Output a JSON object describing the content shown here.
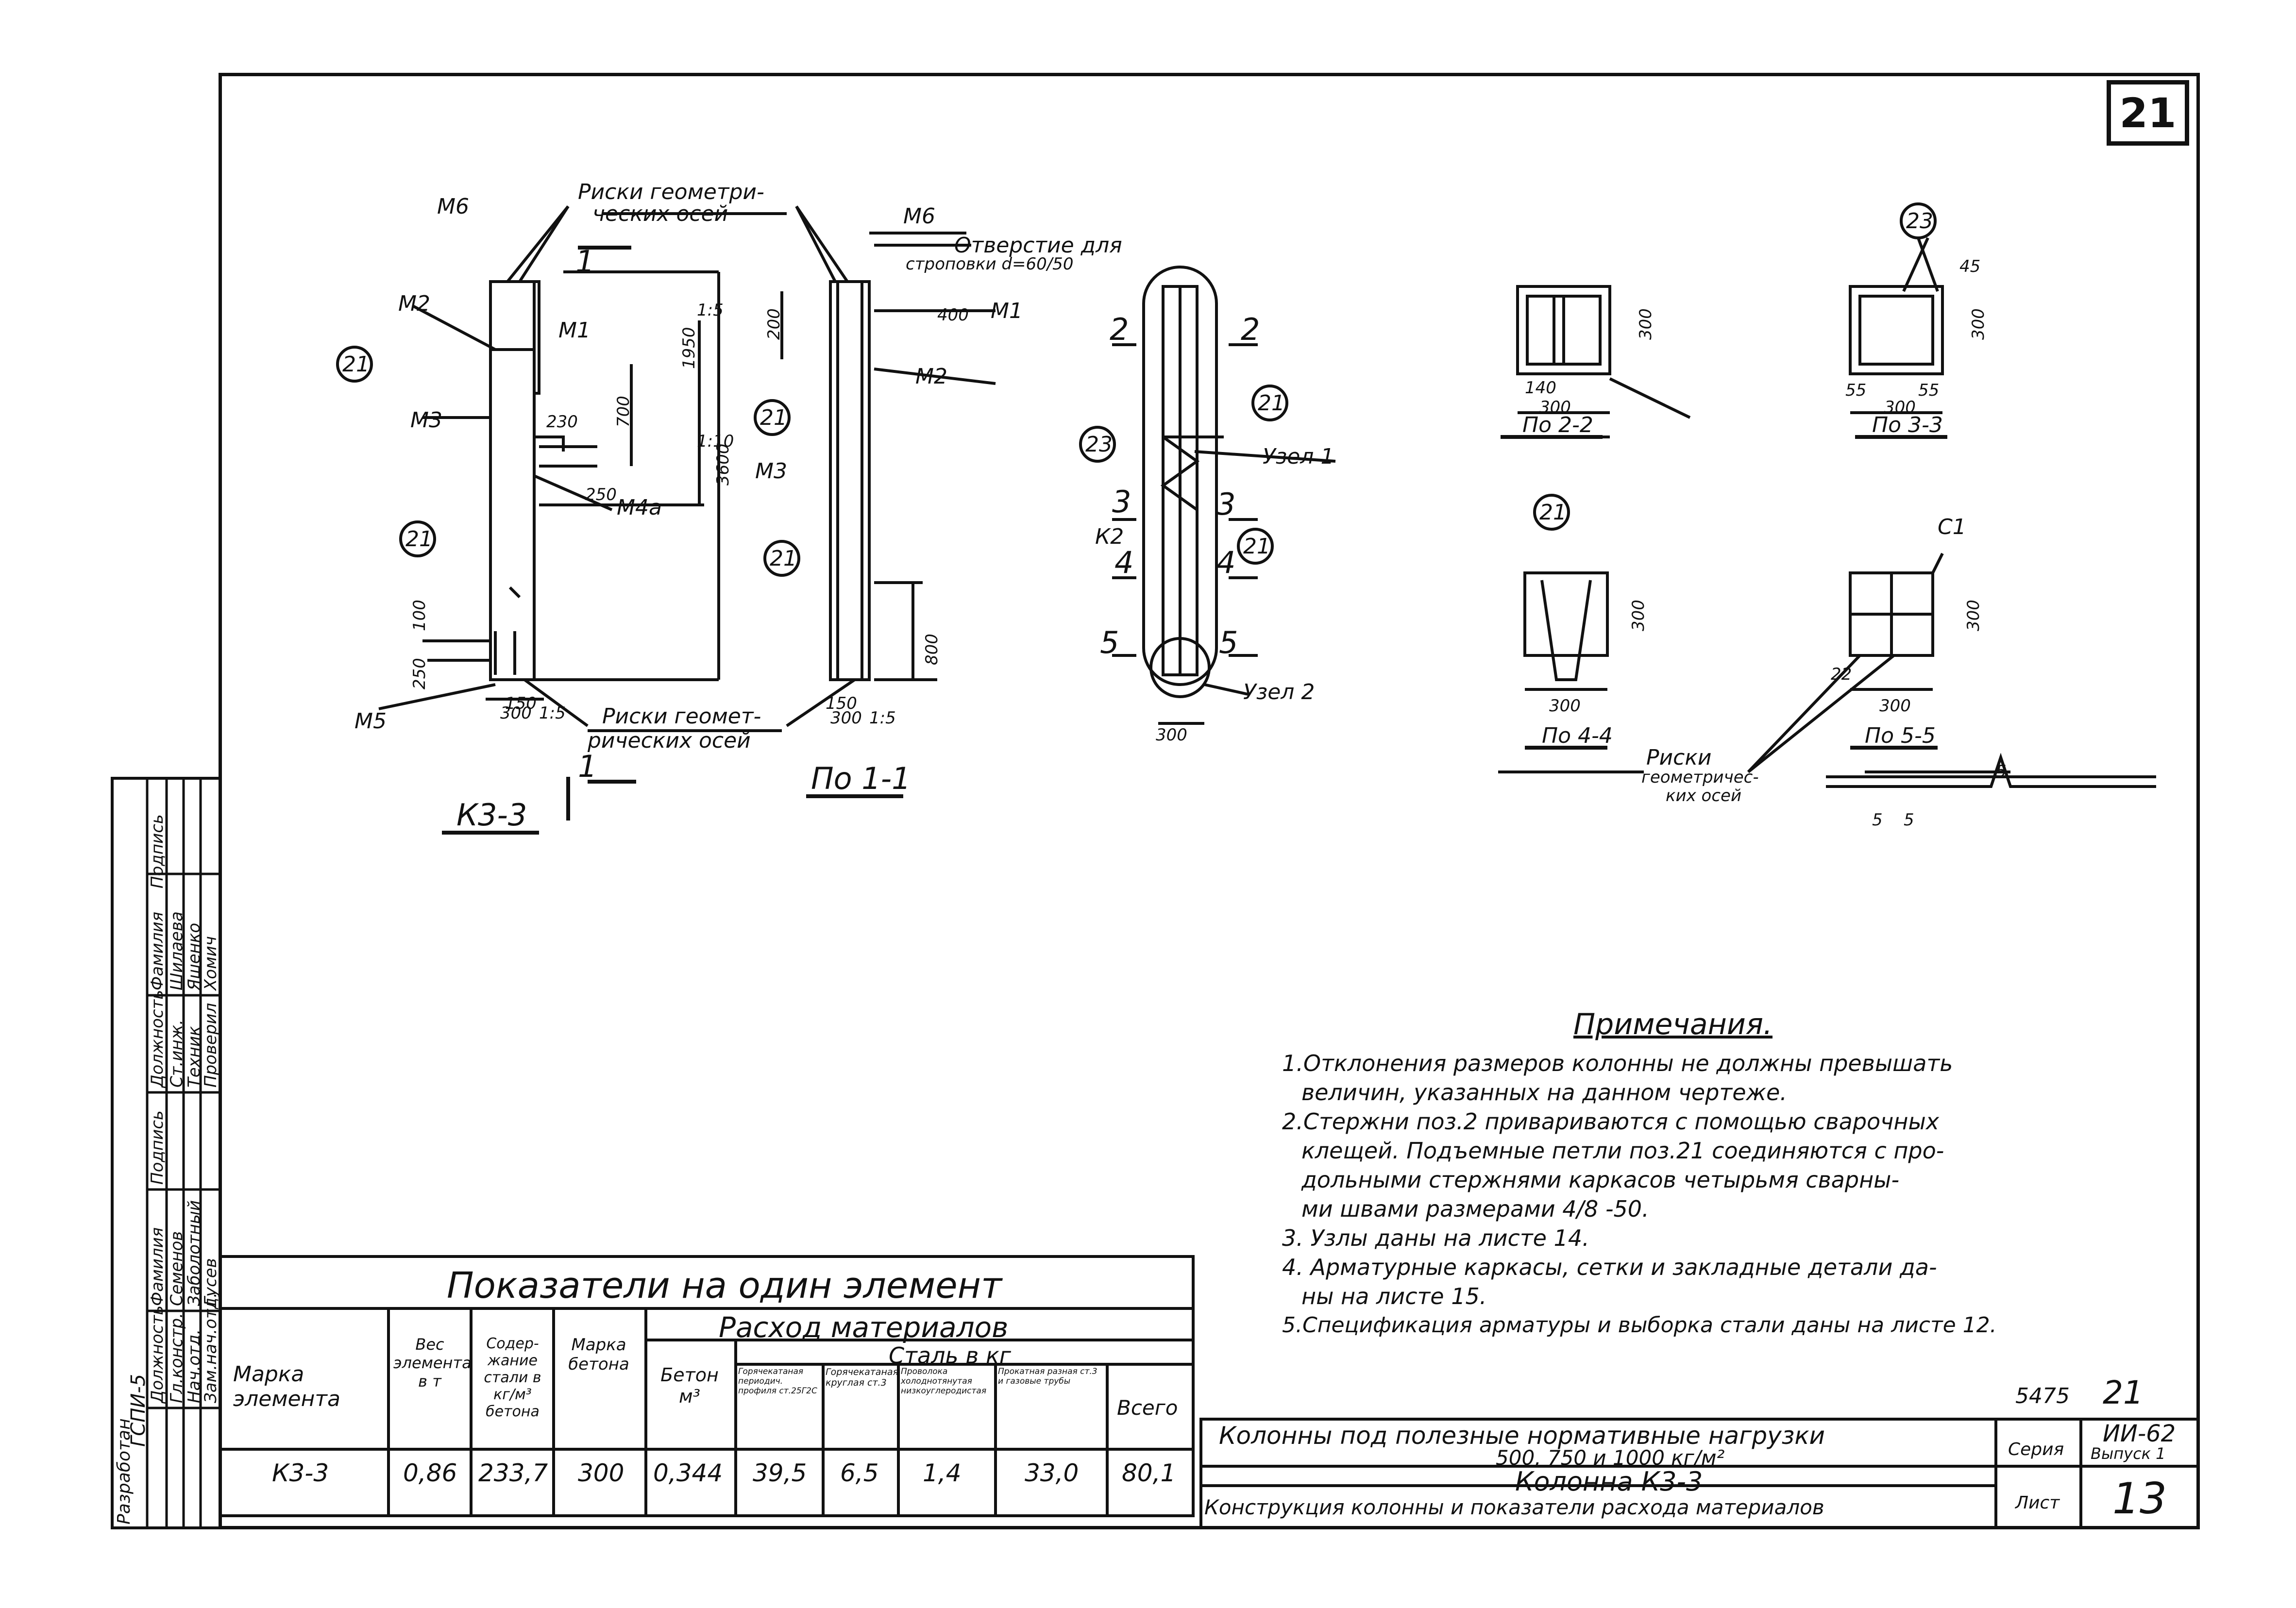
{
  "sheet_number": "21",
  "drawing": {
    "labels": {
      "risk_top": "Риски геометри-",
      "risk_top2": "ческих осей",
      "risk_bottom": "Риски геомет-",
      "risk_bottom2": "рических осей",
      "otverstie": "Отверстие для",
      "otverstie2": "строповки d=60/50",
      "m6_a": "М6",
      "m6_b": "М6",
      "m2_a": "М2",
      "m2_b": "М2",
      "m1_a": "М1",
      "m1_b": "М1",
      "m3_a": "М3",
      "m3_b": "М3",
      "m4a": "М4а",
      "m5": "М5",
      "c1": "С1",
      "uzel1": "Узел 1",
      "uzel2": "Узел 2",
      "k2": "К2",
      "view_k33": "К3-3",
      "view_11": "По 1-1",
      "view_22": "По 2-2",
      "view_33": "По 3-3",
      "view_44": "По 4-4",
      "view_55": "По 5-5",
      "risk_right": "Риски",
      "risk_right2": "геометричес-",
      "risk_right3": "ких осей",
      "sec1": "1",
      "sec2": "2",
      "sec3": "3",
      "sec4": "4",
      "sec5": "5",
      "pos21": "21",
      "pos23": "23"
    },
    "dims": {
      "d300": "300",
      "d3600": "3600",
      "d1950": "1950",
      "d700": "700",
      "d800": "800",
      "d250": "250",
      "d200": "200",
      "d100": "100",
      "d150": "150",
      "d140": "140",
      "d55": "55",
      "d45": "45",
      "d22": "22",
      "d5": "5",
      "d400": "400",
      "d230": "230",
      "d1_5": "1:5",
      "d1_10": "1:10"
    }
  },
  "indicators": {
    "title": "Показатели на один элемент",
    "headers": {
      "marka": "Марка элемента",
      "ves": "Вес элемента в т",
      "soder": "Содер-жание стали в кг/м³ бетона",
      "marka_betona": "Марка бетона",
      "rashod": "Расход материалов",
      "beton": "Бетон м³",
      "stal": "Сталь в кг",
      "s1": "Горячекатаная периодич. профиля ст.25Г2С",
      "s2": "Горячекатаная круглая ст.3",
      "s3": "Проволока холоднотянутая низкоуглеродистая",
      "s4": "Прокатная разная ст.3 и газовые трубы",
      "vsego": "Всего"
    },
    "row": {
      "marka": "К3-3",
      "ves": "0,86",
      "soder": "233,7",
      "marka_betona": "300",
      "beton": "0,344",
      "s1": "39,5",
      "s2": "6,5",
      "s3": "1,4",
      "s4": "33,0",
      "vsego": "80,1"
    }
  },
  "notes": {
    "title": "Примечания.",
    "lines": [
      "1.Отклонения размеров колонны не должны превышать",
      "величин, указанных на данном чертеже.",
      "2.Стержни поз.2 привариваются с помощью сварочных",
      "клещей. Подъемные петли поз.21 соединяются с про-",
      "дольными стержнями каркасов четырьмя сварны-",
      "ми швами размерами 4/8 -50.",
      "3. Узлы даны на листе 14.",
      "4. Арматурные каркасы, сетки и закладные детали да-",
      "ны на листе 15.",
      "5.Спецификация арматуры и выборка стали даны на листе 12."
    ]
  },
  "title_block": {
    "code": "5475",
    "code_sheet": "21",
    "title1": "Колонны под полезные нормативные нагрузки",
    "title2": "500, 750 и 1000 кг/м²",
    "title3": "Колонна К3-3",
    "title4": "Конструкция колонны и показатели расхода материалов",
    "seria_label": "Серия",
    "seria": "ИИ-62",
    "vypusk": "Выпуск 1",
    "list_label": "Лист",
    "list": "13"
  },
  "side_stamp": {
    "col1_h": "Разработан",
    "col1_v": "ГСПИ-5",
    "r1a": "Должность",
    "r1b": "Гл.констр.",
    "r1c": "Нач.отд.",
    "r1d": "Зам.нач.отд.",
    "r2a": "Фамилия",
    "r2b": "Семенов",
    "r2c": "Заболотный",
    "r2d": "Гусев",
    "r3a": "Подпись",
    "r4a": "Должность",
    "r4b": "Ст.инж.",
    "r4c": "Техник",
    "r4d": "Проверил",
    "r5a": "Фамилия",
    "r5b": "Шилаева",
    "r5c": "Яшенко",
    "r5d": "Хомич",
    "r6a": "Подпись"
  }
}
